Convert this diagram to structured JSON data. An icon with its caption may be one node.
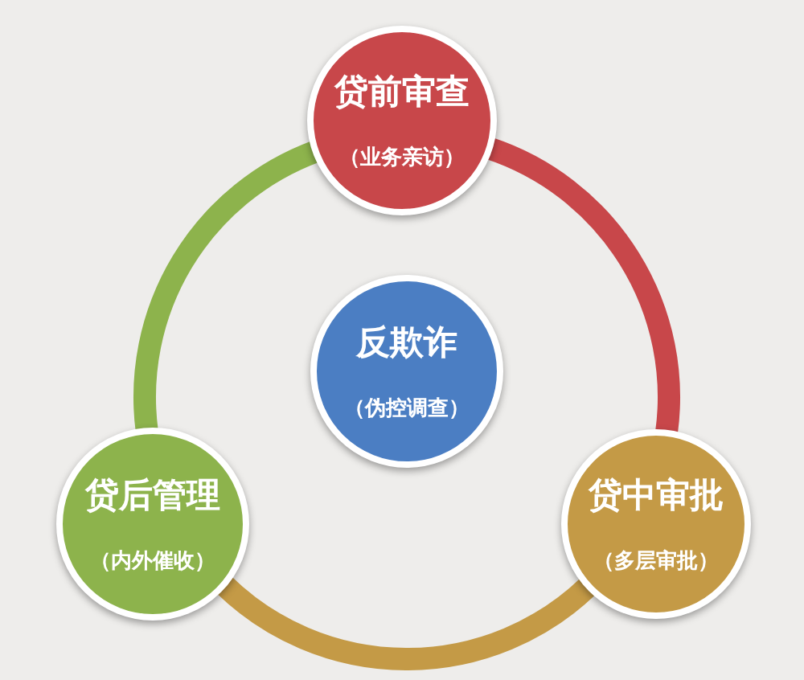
{
  "diagram": {
    "nodes": [
      {
        "text": [
          "贷前审查",
          "（业务亲访）"
        ]
      },
      {
        "text": [
          "反欺诈",
          "（伪控调查）"
        ]
      },
      {
        "text": [
          "贷后管理",
          "（内外催收）"
        ]
      },
      {
        "text": [
          "贷中审批",
          "（多层审批）"
        ]
      }
    ],
    "edges": [
      {
        "from": 0,
        "to": 3,
        "arrow": "none",
        "color": "#c8474a"
      },
      {
        "from": 3,
        "to": 2,
        "arrow": "none",
        "color": "#c49a46"
      },
      {
        "from": 2,
        "to": 0,
        "arrow": "none",
        "color": "#8db34c"
      }
    ]
  }
}
